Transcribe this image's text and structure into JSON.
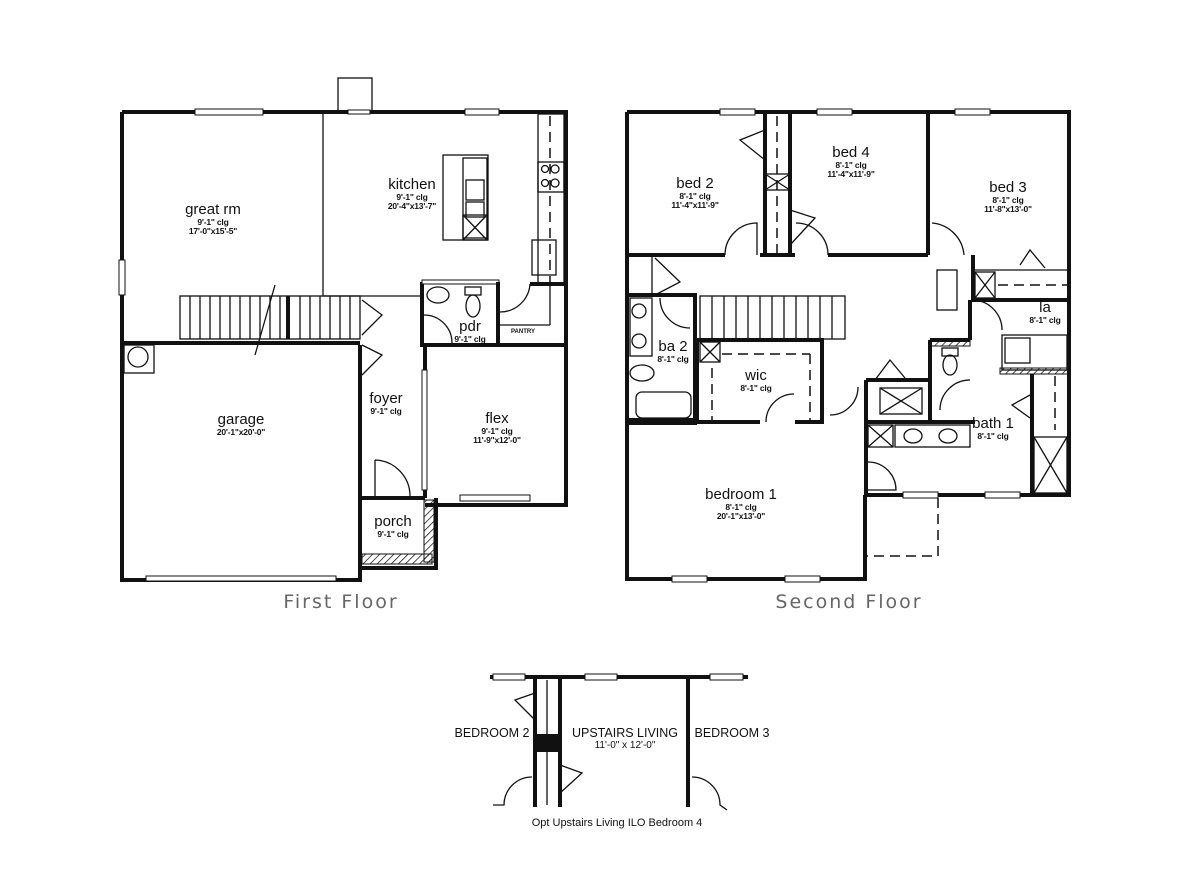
{
  "first_floor": {
    "caption": "First Floor",
    "rooms": [
      {
        "name": "great rm",
        "ceiling": "9'-1\" clg",
        "size": "17'-0\"x15'-5\""
      },
      {
        "name": "kitchen",
        "ceiling": "9'-1\" clg",
        "size": "20'-4\"x13'-7\""
      },
      {
        "name": "pdr",
        "ceiling": "9'-1\" clg",
        "size": ""
      },
      {
        "name": "PANTRY",
        "ceiling": "",
        "size": ""
      },
      {
        "name": "garage",
        "ceiling": "",
        "size": "20'-1\"x20'-0\""
      },
      {
        "name": "foyer",
        "ceiling": "9'-1\" clg",
        "size": ""
      },
      {
        "name": "flex",
        "ceiling": "9'-1\" clg",
        "size": "11'-9\"x12'-0\""
      },
      {
        "name": "porch",
        "ceiling": "9'-1\" clg",
        "size": ""
      }
    ]
  },
  "second_floor": {
    "caption": "Second Floor",
    "rooms": [
      {
        "name": "bed 2",
        "ceiling": "8'-1\" clg",
        "size": "11'-4\"x11'-9\""
      },
      {
        "name": "bed 4",
        "ceiling": "8'-1\" clg",
        "size": "11'-4\"x11'-9\""
      },
      {
        "name": "bed 3",
        "ceiling": "8'-1\" clg",
        "size": "11'-8\"x13'-0\""
      },
      {
        "name": "la",
        "ceiling": "8'-1\" clg",
        "size": ""
      },
      {
        "name": "ba 2",
        "ceiling": "8'-1\" clg",
        "size": ""
      },
      {
        "name": "wic",
        "ceiling": "8'-1\" clg",
        "size": ""
      },
      {
        "name": "bath 1",
        "ceiling": "8'-1\" clg",
        "size": ""
      },
      {
        "name": "bedroom 1",
        "ceiling": "8'-1\" clg",
        "size": "20'-1\"x13'-0\""
      }
    ]
  },
  "option": {
    "left_room": "BEDROOM 2",
    "center_room": "UPSTAIRS LIVING",
    "center_size": "11'-0\" x 12'-0\"",
    "right_room": "BEDROOM 3",
    "caption": "Opt Upstairs Living ILO Bedroom 4"
  }
}
